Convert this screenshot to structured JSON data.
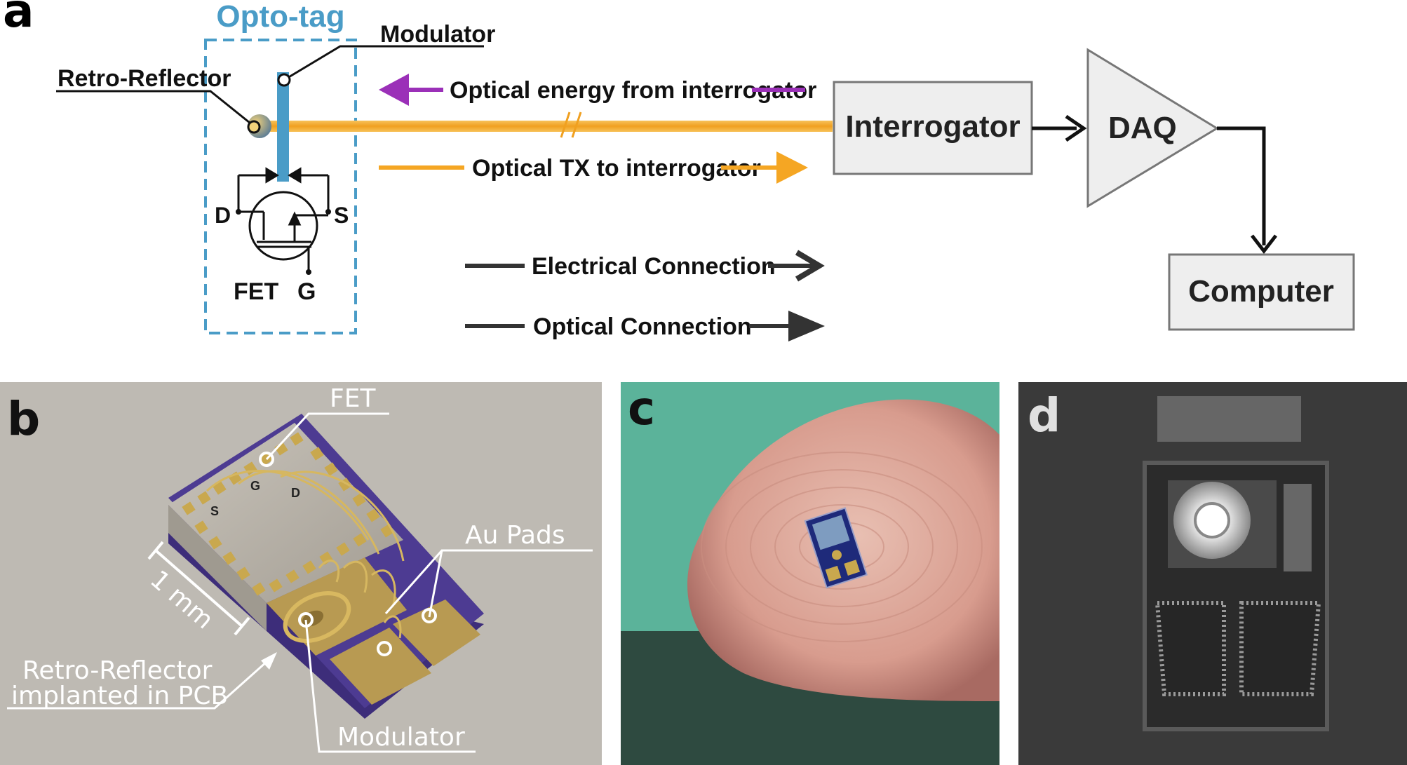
{
  "panels": {
    "a": "a",
    "b": "b",
    "c": "c",
    "d": "d"
  },
  "panel_a": {
    "tag_title": "Opto-tag",
    "modulator": "Modulator",
    "retro_reflector": "Retro-Reflector",
    "optical_energy": "Optical energy from interrogator",
    "optical_tx": "Optical TX to interrogator",
    "interrogator": "Interrogator",
    "daq": "DAQ",
    "computer": "Computer",
    "fet_drain": "D",
    "fet_source": "S",
    "fet_label": "FET",
    "fet_gate": "G",
    "legend_electrical": "Electrical Connection",
    "legend_optical": "Optical Connection"
  },
  "panel_b": {
    "fet": "FET",
    "au_pads": "Au Pads",
    "scale": "1 mm",
    "retro_line1": "Retro-Reflector",
    "retro_line2": "implanted in PCB",
    "modulator": "Modulator",
    "pin_s": "S",
    "pin_g": "G",
    "pin_d": "D"
  },
  "colors": {
    "tag_blue": "#4a9cc7",
    "optical_orange": "#f5a623",
    "energy_purple": "#9b30b8",
    "box_fill": "#eeeeee",
    "arrow_dark": "#333333"
  }
}
